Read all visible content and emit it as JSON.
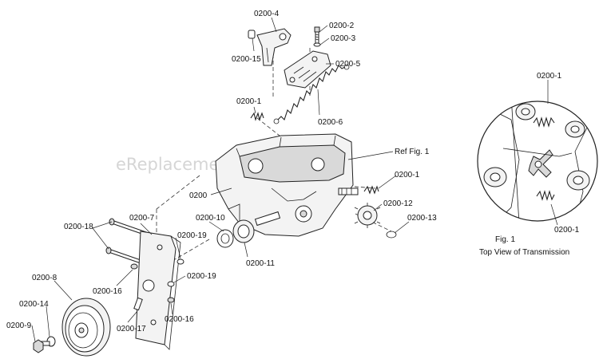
{
  "watermark": "eReplacementParts.com",
  "labels": {
    "p4": "0200-4",
    "p2": "0200-2",
    "p3": "0200-3",
    "p15": "0200-15",
    "p5": "0200-5",
    "p1_top": "0200-1",
    "p6": "0200-6",
    "ref_fig1": "Ref Fig. 1",
    "p1_mid": "0200-1",
    "p200": "0200",
    "p12": "0200-12",
    "p18": "0200-18",
    "p7": "0200-7",
    "p10": "0200-10",
    "p13": "0200-13",
    "p19_a": "0200-19",
    "p11": "0200-11",
    "p16_a": "0200-16",
    "p19_b": "0200-19",
    "p8": "0200-8",
    "p14": "0200-14",
    "p16_b": "0200-16",
    "p9": "0200-9",
    "p17": "0200-17",
    "fig_p1_top": "0200-1",
    "fig_p1_bottom": "0200-1"
  },
  "figure": {
    "caption_line1": "Fig. 1",
    "caption_line2": "Top View of Transmission"
  }
}
